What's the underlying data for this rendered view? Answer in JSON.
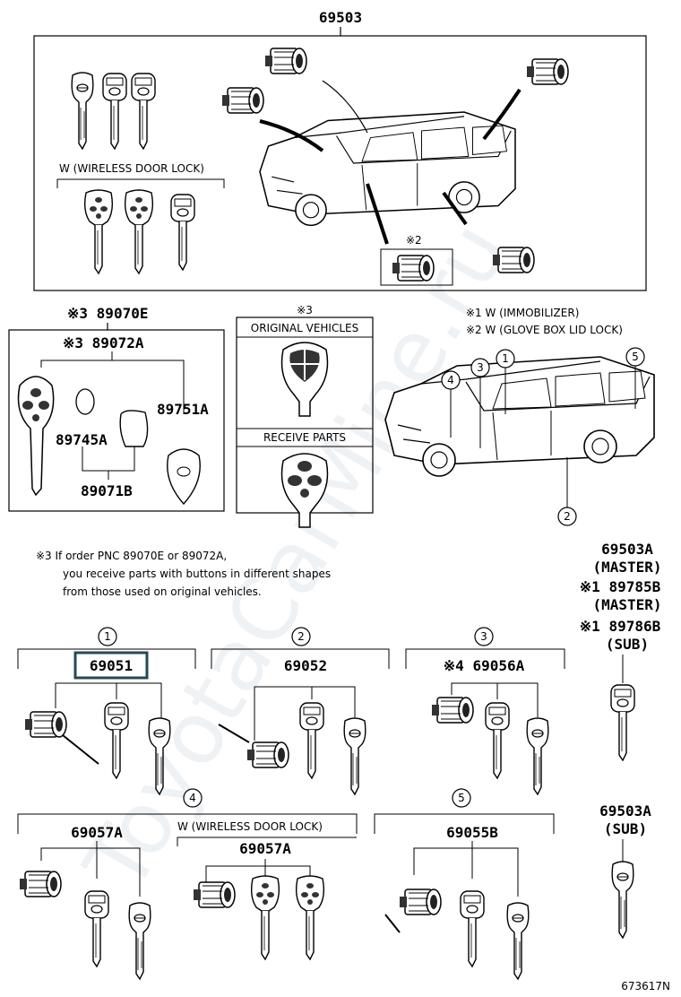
{
  "top_group": {
    "part_number": "69503",
    "wireless_label": "W (WIRELESS DOOR LOCK)",
    "mark_2": "※2"
  },
  "remote_group": {
    "header": "※3 89070E",
    "sub_header": "※3 89072A",
    "battery": "89745A",
    "cover": "89751A",
    "case": "89071B"
  },
  "comparison": {
    "mark": "※3",
    "original_label": "ORIGINAL VEHICLES",
    "receive_label": "RECEIVE PARTS"
  },
  "notes": {
    "note_1": "※1 W (IMMOBILIZER)",
    "note_2": "※2 W (GLOVE BOX LID LOCK)",
    "note_3_line1": "※3 If order PNC 89070E or 89072A,",
    "note_3_line2": "you receive parts with buttons in different shapes",
    "note_3_line3": "from those used on original vehicles."
  },
  "callouts": [
    "1",
    "2",
    "3",
    "4",
    "5"
  ],
  "groups": {
    "g1": {
      "num": "1",
      "part": "69051"
    },
    "g2": {
      "num": "2",
      "part": "69052"
    },
    "g3": {
      "num": "3",
      "part": "※4 69056A"
    },
    "g4": {
      "num": "4",
      "part": "69057A",
      "wireless_label": "W (WIRELESS DOOR LOCK)",
      "wireless_part": "69057A"
    },
    "g5": {
      "num": "5",
      "part": "69055B"
    }
  },
  "master_keys": {
    "m1": "69503A",
    "m1_sub": "(MASTER)",
    "m2": "※1 89785B",
    "m2_sub": "(MASTER)",
    "m3": "※1 89786B",
    "m3_sub": "(SUB)",
    "sub_part": "69503A",
    "sub_label": "(SUB)"
  },
  "watermark": "ToyotaCarMine.ru",
  "diagram_id": "673617N"
}
